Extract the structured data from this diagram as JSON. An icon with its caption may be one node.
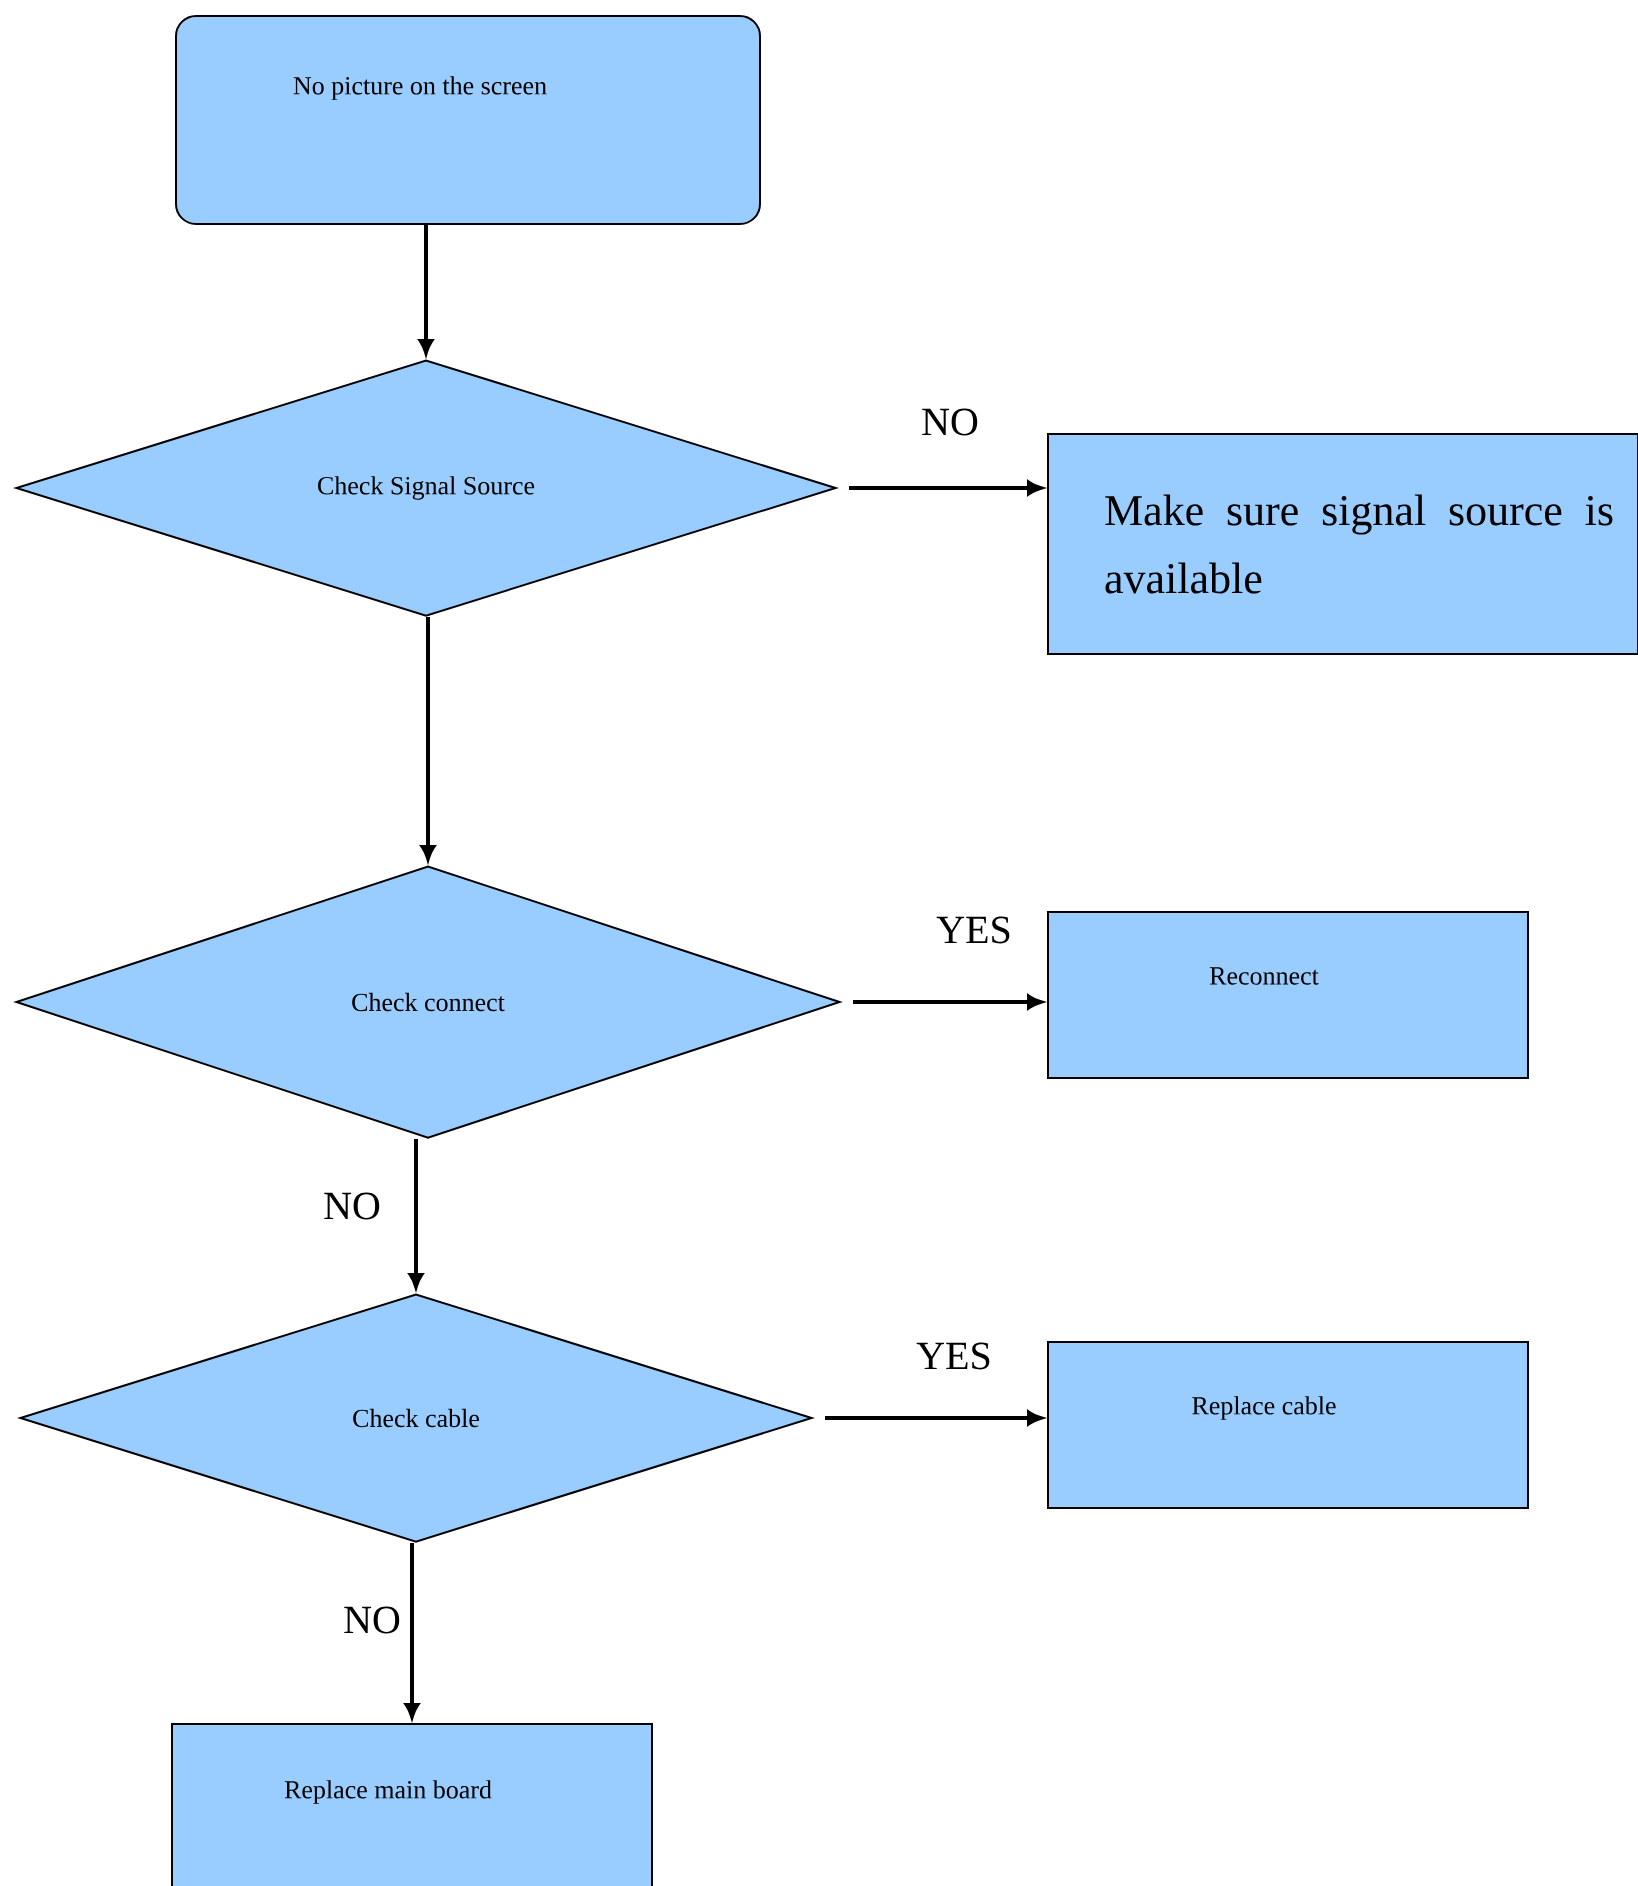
{
  "diagram": {
    "nodes": [
      {
        "text": [
          "No picture on the screen"
        ]
      },
      {
        "text": [
          "Check Signal Source"
        ]
      },
      {
        "text": [
          "Make sure signal source is available"
        ]
      },
      {
        "text": [
          "Check connect"
        ]
      },
      {
        "text": [
          "Reconnect"
        ]
      },
      {
        "text": [
          "Check cable"
        ]
      },
      {
        "text": [
          "Replace cable"
        ]
      },
      {
        "text": [
          "Replace main board"
        ]
      }
    ],
    "edges": [
      {
        "from": 0,
        "to": 1,
        "arrow": "to"
      },
      {
        "from": 1,
        "to": 2,
        "arrow": "to",
        "label": "NO"
      },
      {
        "from": 1,
        "to": 3,
        "arrow": "to"
      },
      {
        "from": 3,
        "to": 4,
        "arrow": "to",
        "label": "YES"
      },
      {
        "from": 3,
        "to": 5,
        "arrow": "to",
        "label": "NO"
      },
      {
        "from": 5,
        "to": 6,
        "arrow": "to",
        "label": "YES"
      },
      {
        "from": 5,
        "to": 7,
        "arrow": "to",
        "label": "NO"
      }
    ]
  }
}
